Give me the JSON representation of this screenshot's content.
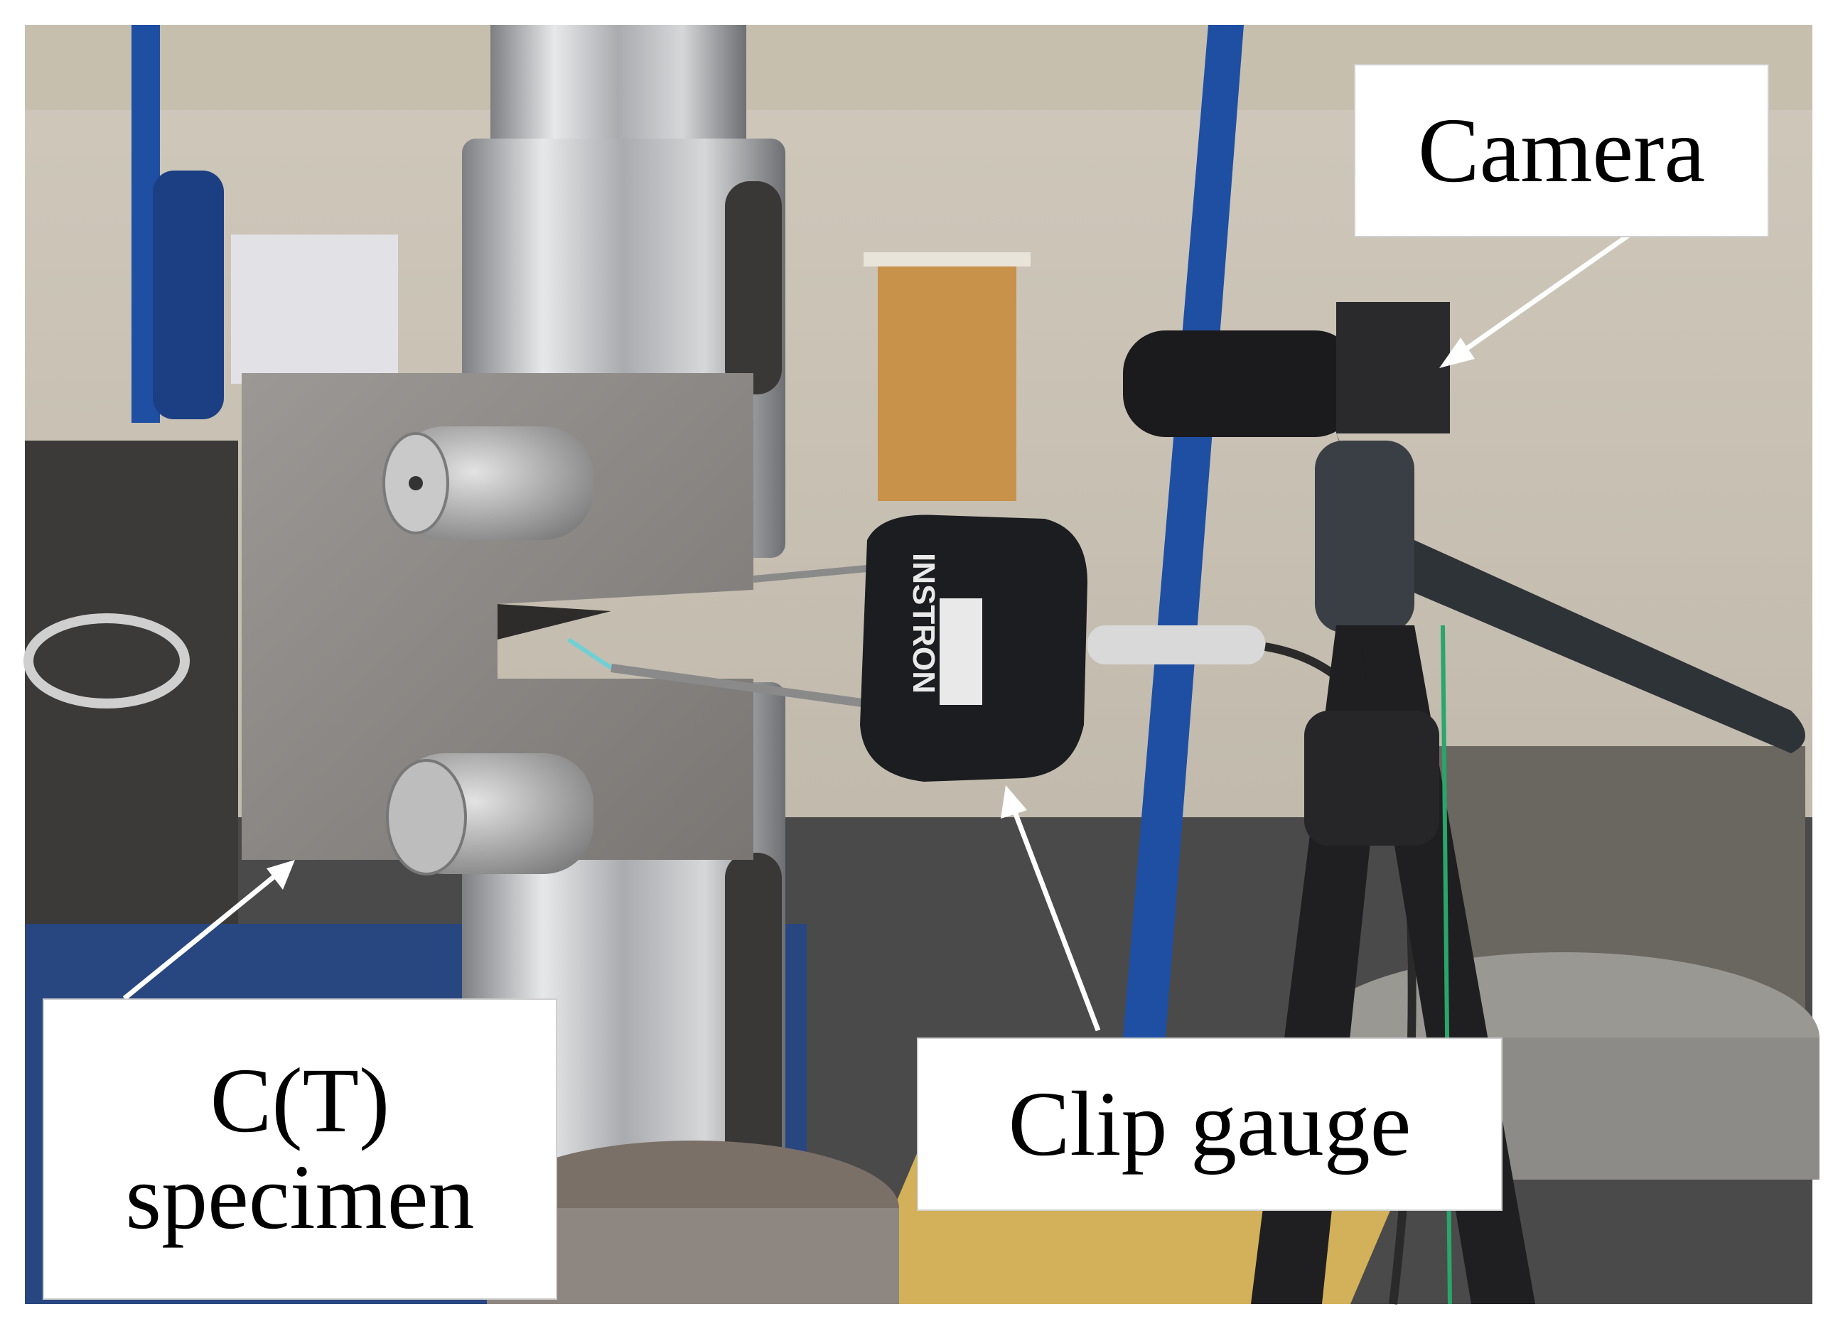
{
  "labels": {
    "camera": "Camera",
    "clip_gauge": "Clip gauge",
    "specimen_line1": "C(T)",
    "specimen_line2": "specimen"
  },
  "instron_text": "INSTRON",
  "colors": {
    "steel": "#b8b9bb",
    "background_wall": "#d9d2c4",
    "blue_frame": "#1f4fa3",
    "door": "#c8924a",
    "gauge_body": "#1b1d20",
    "floor_yellow": "#d2b15a"
  }
}
